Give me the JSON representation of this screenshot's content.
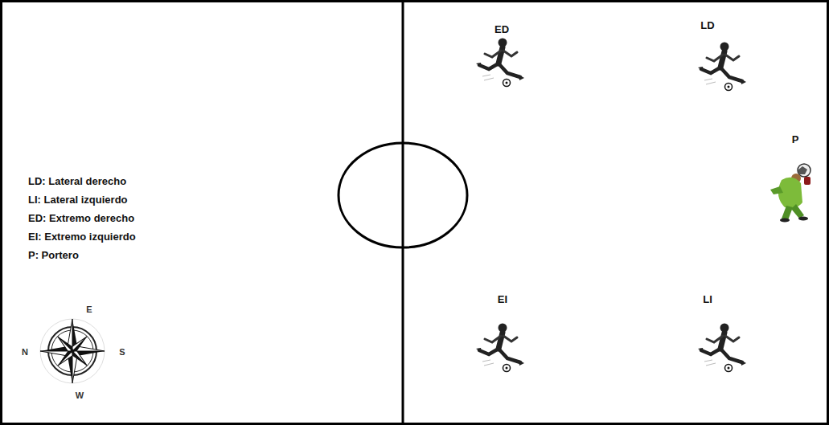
{
  "diagram": {
    "labels": [
      "ED",
      "LD",
      "P",
      "EI",
      "LI",
      "LD: Lateral derecho",
      "LI: Lateral izquierdo",
      "ED: Extremo derecho",
      "EI: Extremo izquierdo",
      "P: Portero",
      "E",
      "N",
      "S",
      "W"
    ]
  }
}
